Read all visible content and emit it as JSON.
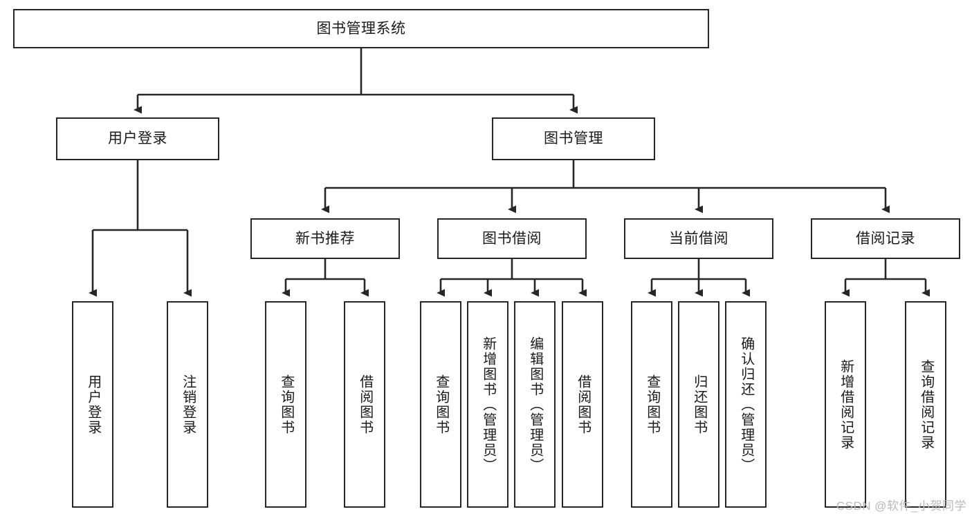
{
  "diagram": {
    "title": "图书管理系统",
    "type": "hierarchy-tree",
    "root": {
      "id": "root",
      "label": "图书管理系统"
    },
    "level2": [
      {
        "id": "user-login",
        "label": "用户登录"
      },
      {
        "id": "book-management",
        "label": "图书管理"
      }
    ],
    "level3": [
      {
        "id": "new-book-recommend",
        "label": "新书推荐",
        "parent": "book-management"
      },
      {
        "id": "book-borrow",
        "label": "图书借阅",
        "parent": "book-management"
      },
      {
        "id": "current-borrow",
        "label": "当前借阅",
        "parent": "book-management"
      },
      {
        "id": "borrow-record",
        "label": "借阅记录",
        "parent": "book-management"
      }
    ],
    "leaves": [
      {
        "id": "leaf-user-login",
        "label": "用户登录",
        "parent": "user-login"
      },
      {
        "id": "leaf-logout-login",
        "label": "注销登录",
        "parent": "user-login"
      },
      {
        "id": "leaf-query-book-1",
        "label": "查询图书",
        "parent": "new-book-recommend"
      },
      {
        "id": "leaf-borrow-book-1",
        "label": "借阅图书",
        "parent": "new-book-recommend"
      },
      {
        "id": "leaf-query-book-2",
        "label": "查询图书",
        "parent": "book-borrow"
      },
      {
        "id": "leaf-add-book",
        "label": "新增图书（管理员）",
        "parent": "book-borrow"
      },
      {
        "id": "leaf-edit-book",
        "label": "编辑图书（管理员）",
        "parent": "book-borrow"
      },
      {
        "id": "leaf-borrow-book-2",
        "label": "借阅图书",
        "parent": "book-borrow"
      },
      {
        "id": "leaf-query-book-3",
        "label": "查询图书",
        "parent": "current-borrow"
      },
      {
        "id": "leaf-return-book",
        "label": "归还图书",
        "parent": "current-borrow"
      },
      {
        "id": "leaf-confirm-return",
        "label": "确认归还（管理员）",
        "parent": "current-borrow"
      },
      {
        "id": "leaf-add-record",
        "label": "新增借阅记录",
        "parent": "borrow-record"
      },
      {
        "id": "leaf-query-record",
        "label": "查询借阅记录",
        "parent": "borrow-record"
      }
    ]
  },
  "watermark": {
    "text": "CSDN @软件_小贺同学"
  },
  "colors": {
    "stroke": "#262626",
    "background": "#ffffff",
    "text": "#1a1a1a",
    "watermark": "#b9b9b9"
  }
}
